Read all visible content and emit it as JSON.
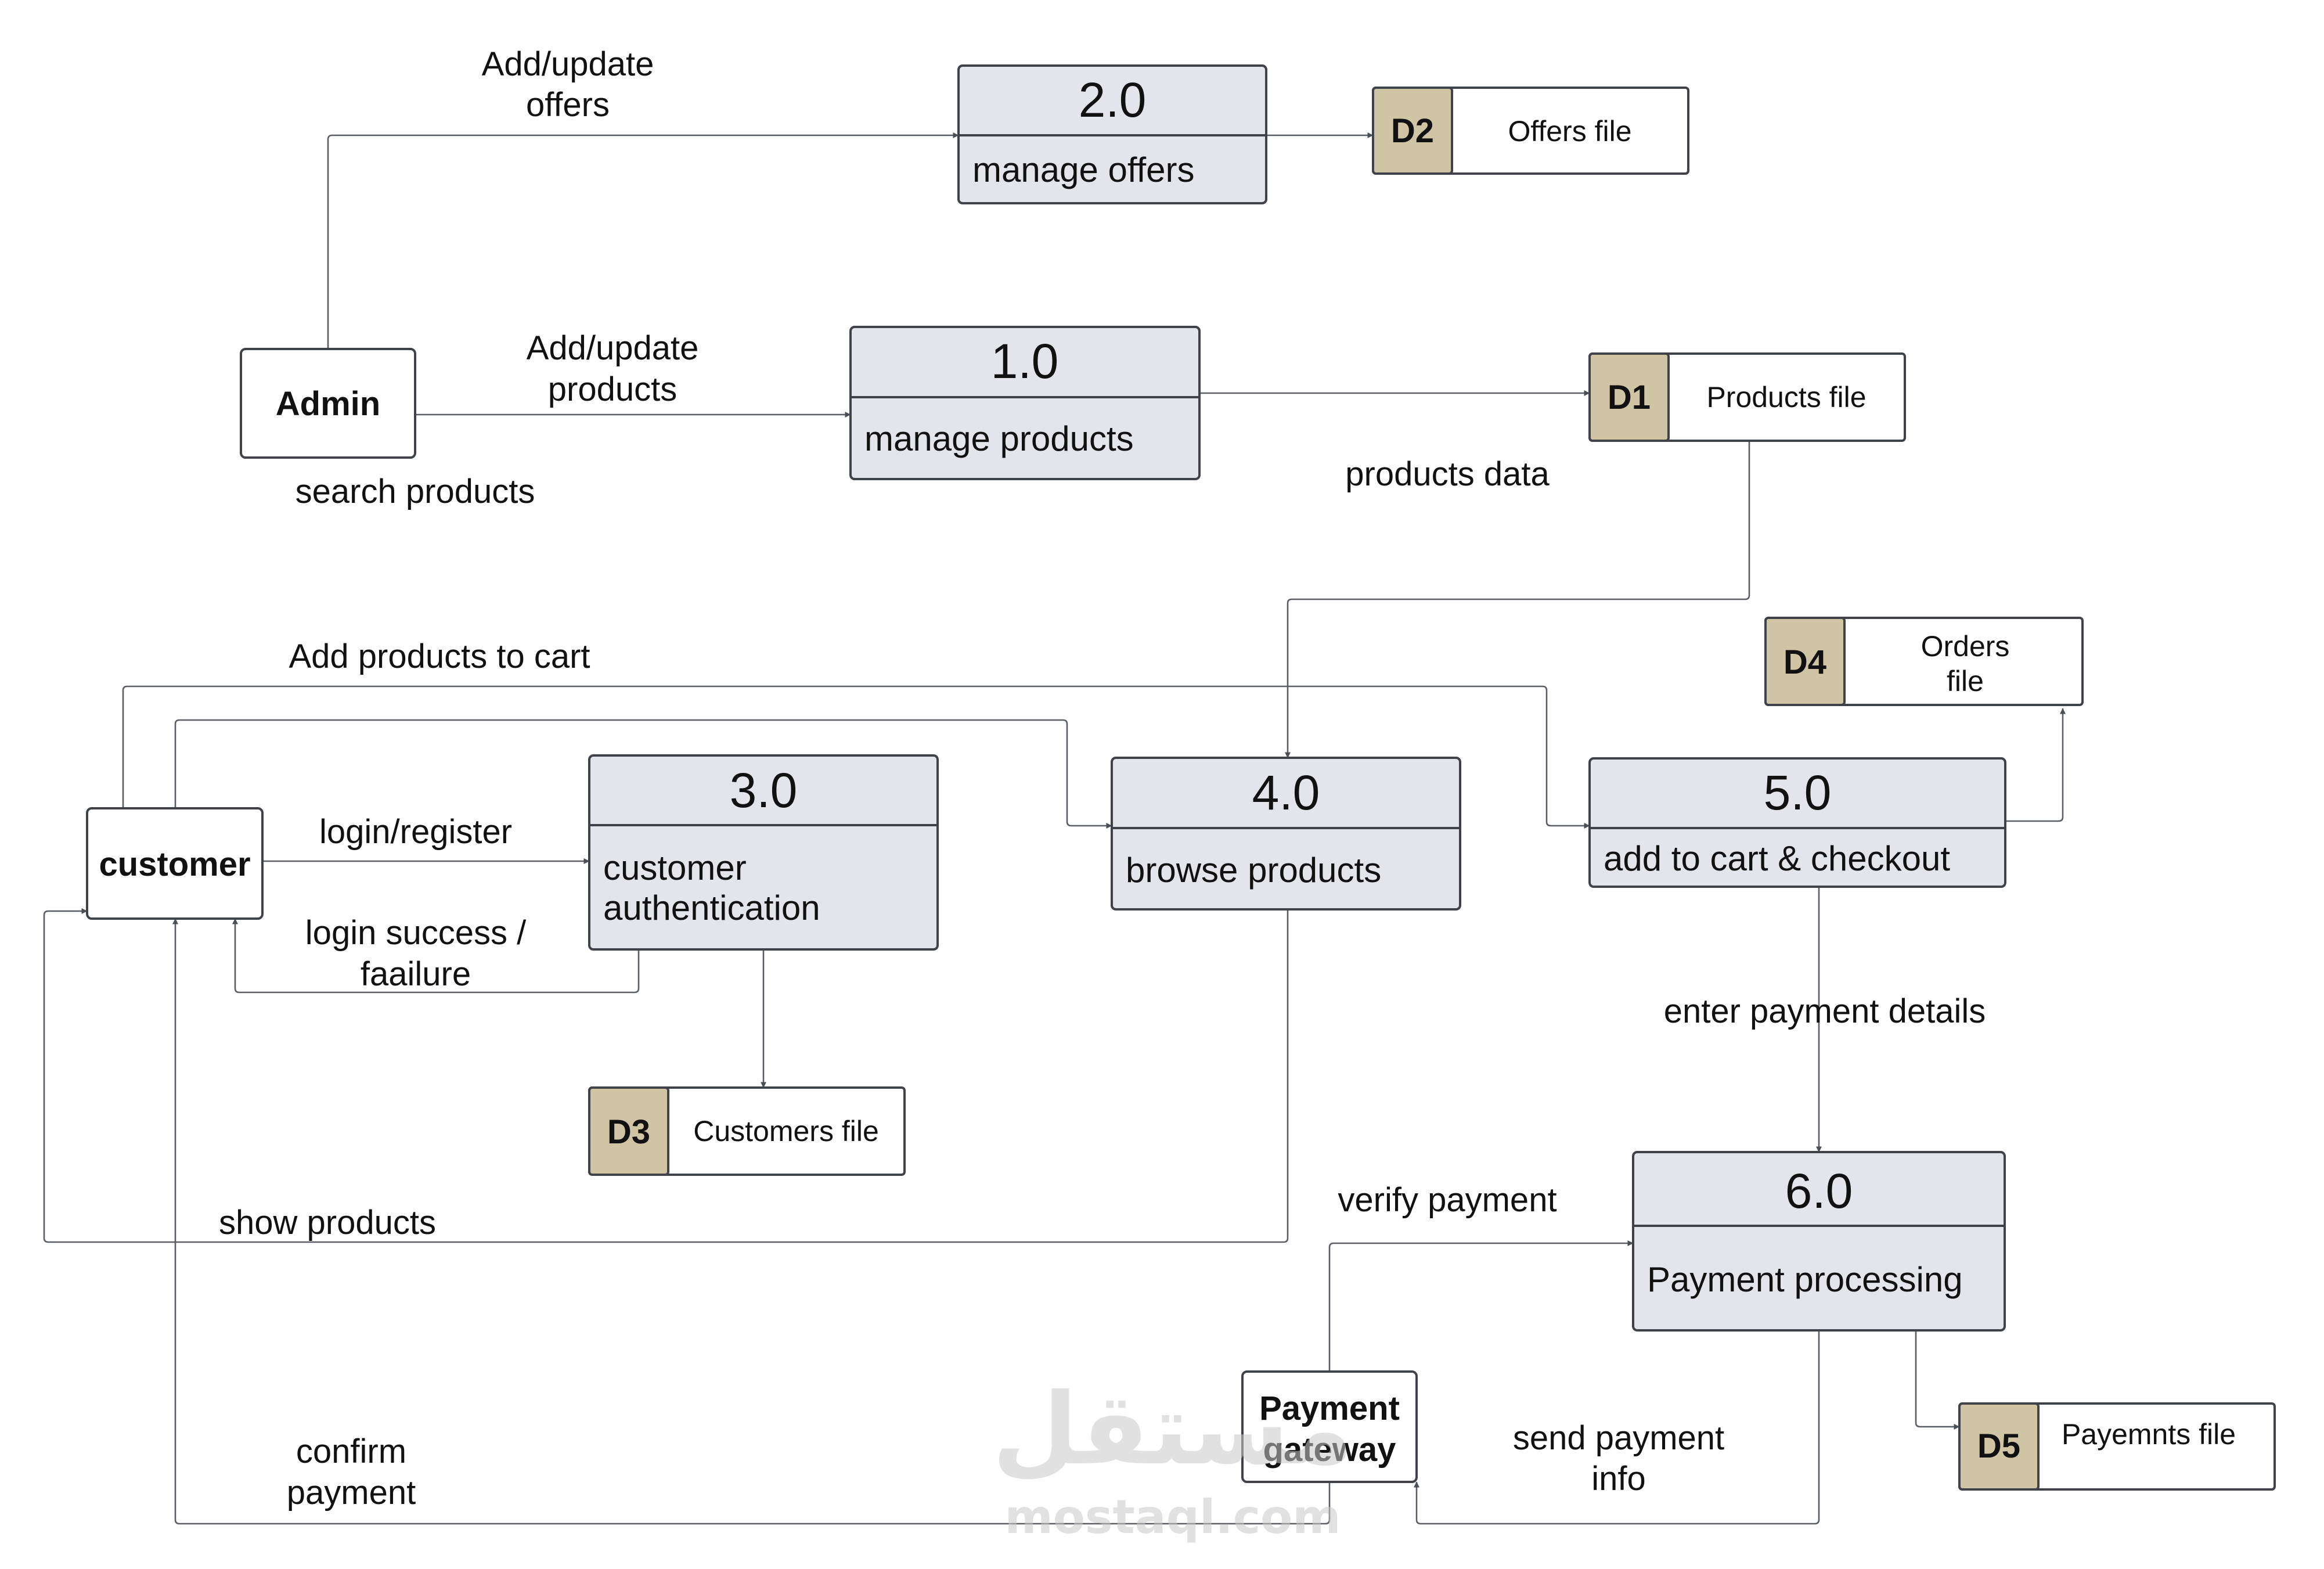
{
  "processes": {
    "p1": {
      "number": "1.0",
      "name": "manage products"
    },
    "p2": {
      "number": "2.0",
      "name": "manage offers"
    },
    "p3": {
      "number": "3.0",
      "name_line1": "customer",
      "name_line2": "authentication"
    },
    "p4": {
      "number": "4.0",
      "name": "browse products"
    },
    "p5": {
      "number": "5.0",
      "name": "add to cart & checkout"
    },
    "p6": {
      "number": "6.0",
      "name": "Payment processing"
    }
  },
  "entities": {
    "admin": "Admin",
    "customer": "customer",
    "gateway_line1": "Payment",
    "gateway_line2": "gateway"
  },
  "stores": {
    "d1": {
      "id": "D1",
      "name": "Products file"
    },
    "d2": {
      "id": "D2",
      "name": "Offers file"
    },
    "d3": {
      "id": "D3",
      "name": "Customers file"
    },
    "d4": {
      "id": "D4",
      "name_line1": "Orders",
      "name_line2": "file"
    },
    "d5": {
      "id": "D5",
      "name": "Payemnts file"
    }
  },
  "flows": {
    "add_update_offers_1": "Add/update",
    "add_update_offers_2": "offers",
    "add_update_products_1": "Add/update",
    "add_update_products_2": "products",
    "search_products": "search products",
    "products_data": "products data",
    "add_to_cart": "Add products to cart",
    "login_register": "login/register",
    "login_result_1": "login success /",
    "login_result_2": "faailure",
    "enter_payment": "enter payment details",
    "verify_payment": "verify payment",
    "show_products": "show products",
    "confirm_payment_1": "confirm",
    "confirm_payment_2": "payment",
    "send_payment_1": "send payment",
    "send_payment_2": "info"
  },
  "watermark": {
    "arabic": "مستقل",
    "latin": "mostaql.com"
  },
  "colors": {
    "process_fill": "#e3e5ea",
    "store_id_fill": "#cfc5a5",
    "line": "#3f4349"
  }
}
